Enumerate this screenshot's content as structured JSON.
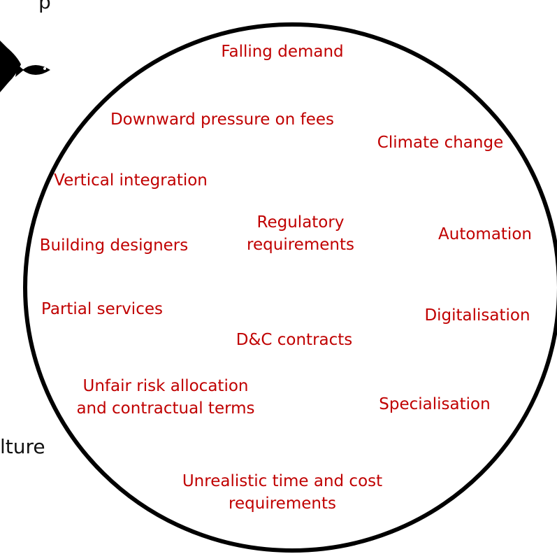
{
  "colors": {
    "factor_text": "#c00000",
    "circle_stroke": "#000000",
    "background": "#ffffff",
    "icon_fill": "#000000"
  },
  "icons": {
    "fish": "fish-icon"
  },
  "partial_text": {
    "top_fragment": "p",
    "left_fragment": "lture"
  },
  "factors": {
    "falling_demand": "Falling demand",
    "downward_pressure": "Downward pressure on fees",
    "climate_change": "Climate change",
    "vertical_integration": "Vertical integration",
    "regulatory_line1": "Regulatory",
    "regulatory_line2": "requirements",
    "automation": "Automation",
    "building_designers": "Building designers",
    "partial_services": "Partial services",
    "digitalisation": "Digitalisation",
    "dc_contracts": "D&C contracts",
    "unfair_line1": "Unfair risk allocation",
    "unfair_line2": "and contractual terms",
    "specialisation": "Specialisation",
    "unrealistic_line1": "Unrealistic time and cost",
    "unrealistic_line2": "requirements"
  }
}
